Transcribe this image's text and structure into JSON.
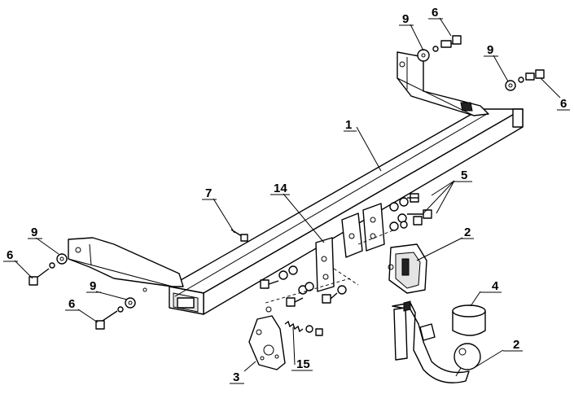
{
  "callouts": [
    {
      "id": "c1",
      "label": "1"
    },
    {
      "id": "c2a",
      "label": "2"
    },
    {
      "id": "c2b",
      "label": "2"
    },
    {
      "id": "c3",
      "label": "3"
    },
    {
      "id": "c4",
      "label": "4"
    },
    {
      "id": "c5",
      "label": "5"
    },
    {
      "id": "c6a",
      "label": "6"
    },
    {
      "id": "c6b",
      "label": "6"
    },
    {
      "id": "c6c",
      "label": "6"
    },
    {
      "id": "c6d",
      "label": "6"
    },
    {
      "id": "c7",
      "label": "7"
    },
    {
      "id": "c9a",
      "label": "9"
    },
    {
      "id": "c9b",
      "label": "9"
    },
    {
      "id": "c9c",
      "label": "9"
    },
    {
      "id": "c9d",
      "label": "9"
    },
    {
      "id": "c14",
      "label": "14"
    },
    {
      "id": "c15",
      "label": "15"
    }
  ]
}
